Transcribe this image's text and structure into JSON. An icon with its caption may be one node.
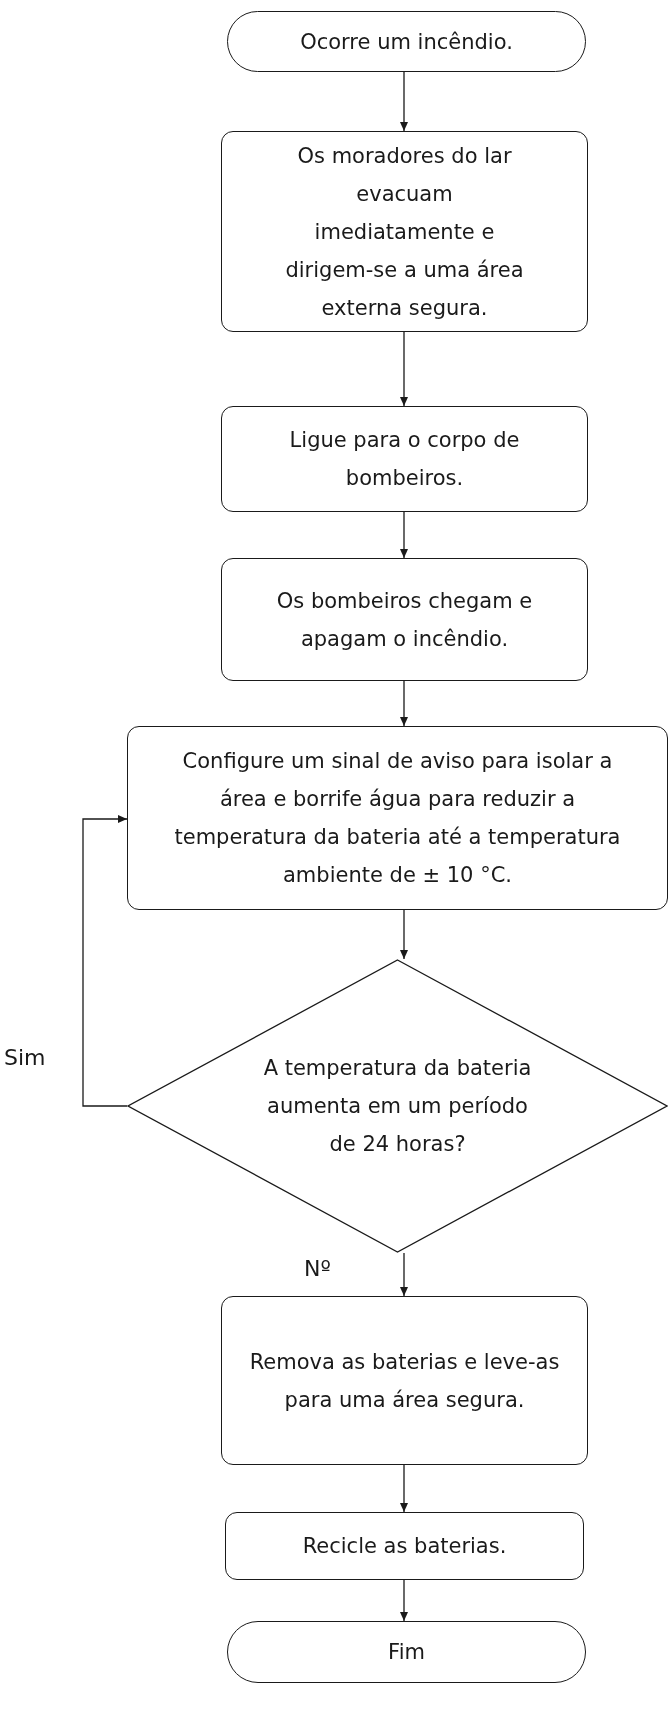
{
  "diagram": {
    "nodes": [
      {
        "text": [
          "Ocorre um incêndio."
        ]
      },
      {
        "text": [
          "Os moradores do lar evacuam imediatamente e dirigem-se a uma área externa segura."
        ]
      },
      {
        "text": [
          "Ligue para o corpo de bombeiros."
        ]
      },
      {
        "text": [
          "Os bombeiros chegam e apagam o incêndio."
        ]
      },
      {
        "text": [
          "Configure um sinal de aviso para isolar a área e borrife água para reduzir a temperatura da bateria até a temperatura ambiente de ± 10 °C."
        ]
      },
      {
        "text": [
          "A temperatura da bateria aumenta em um período de 24 horas?"
        ]
      },
      {
        "text": [
          "Remova as baterias e leve-as para uma área segura."
        ]
      },
      {
        "text": [
          "Recicle as baterias."
        ]
      },
      {
        "text": [
          "Fim"
        ]
      }
    ],
    "edges": [
      {
        "from": 0,
        "to": 1,
        "arrow": "to"
      },
      {
        "from": 1,
        "to": 2,
        "arrow": "to"
      },
      {
        "from": 2,
        "to": 3,
        "arrow": "to"
      },
      {
        "from": 3,
        "to": 4,
        "arrow": "to"
      },
      {
        "from": 4,
        "to": 5,
        "arrow": "to"
      },
      {
        "from": 5,
        "to": 4,
        "arrow": "to",
        "label": "Sim"
      },
      {
        "from": 5,
        "to": 6,
        "arrow": "to",
        "label": "Nº"
      },
      {
        "from": 6,
        "to": 7,
        "arrow": "to"
      },
      {
        "from": 7,
        "to": 8,
        "arrow": "to"
      }
    ]
  }
}
